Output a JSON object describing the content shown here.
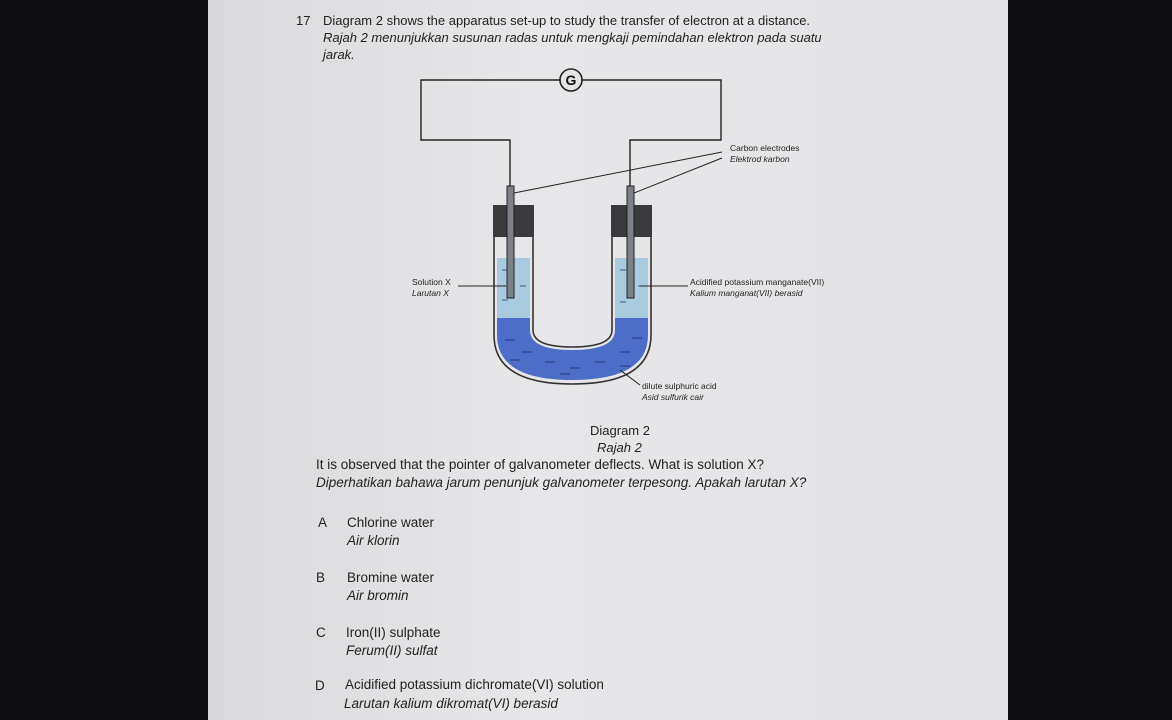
{
  "question": {
    "number": "17",
    "stem_en": "Diagram 2 shows the apparatus set-up to study the transfer of electron at a distance.",
    "stem_ms_line1": "Rajah 2 menunjukkan susunan radas untuk mengkaji pemindahan elektron pada suatu",
    "stem_ms_line2": "jarak.",
    "observation_en": "It is observed that the pointer of galvanometer deflects. What is solution X?",
    "observation_ms": "Diperhatikan bahawa jarum penunjuk galvanometer terpesong. Apakah larutan X?"
  },
  "diagram": {
    "galvanometer": "G",
    "electrodes_en": "Carbon electrodes",
    "electrodes_ms": "Elektrod karbon",
    "solution_x_en": "Solution X",
    "solution_x_ms": "Larutan X",
    "acidified_en": "Acidified potassium manganate(VII)",
    "acidified_ms": "Kalium manganat(VII) berasid",
    "acid_en": "dilute sulphuric acid",
    "acid_ms": "Asid sulfurik cair",
    "caption_en": "Diagram 2",
    "caption_ms": "Rajah 2"
  },
  "options": [
    {
      "letter": "A",
      "en": "Chlorine water",
      "ms": "Air klorin"
    },
    {
      "letter": "B",
      "en": "Bromine water",
      "ms": "Air bromin"
    },
    {
      "letter": "C",
      "en": "Iron(II) sulphate",
      "ms": "Ferum(II) sulfat"
    },
    {
      "letter": "D",
      "en": "Acidified potassium dichromate(VI) solution",
      "ms": "Larutan kalium dikromat(VI) berasid"
    }
  ]
}
